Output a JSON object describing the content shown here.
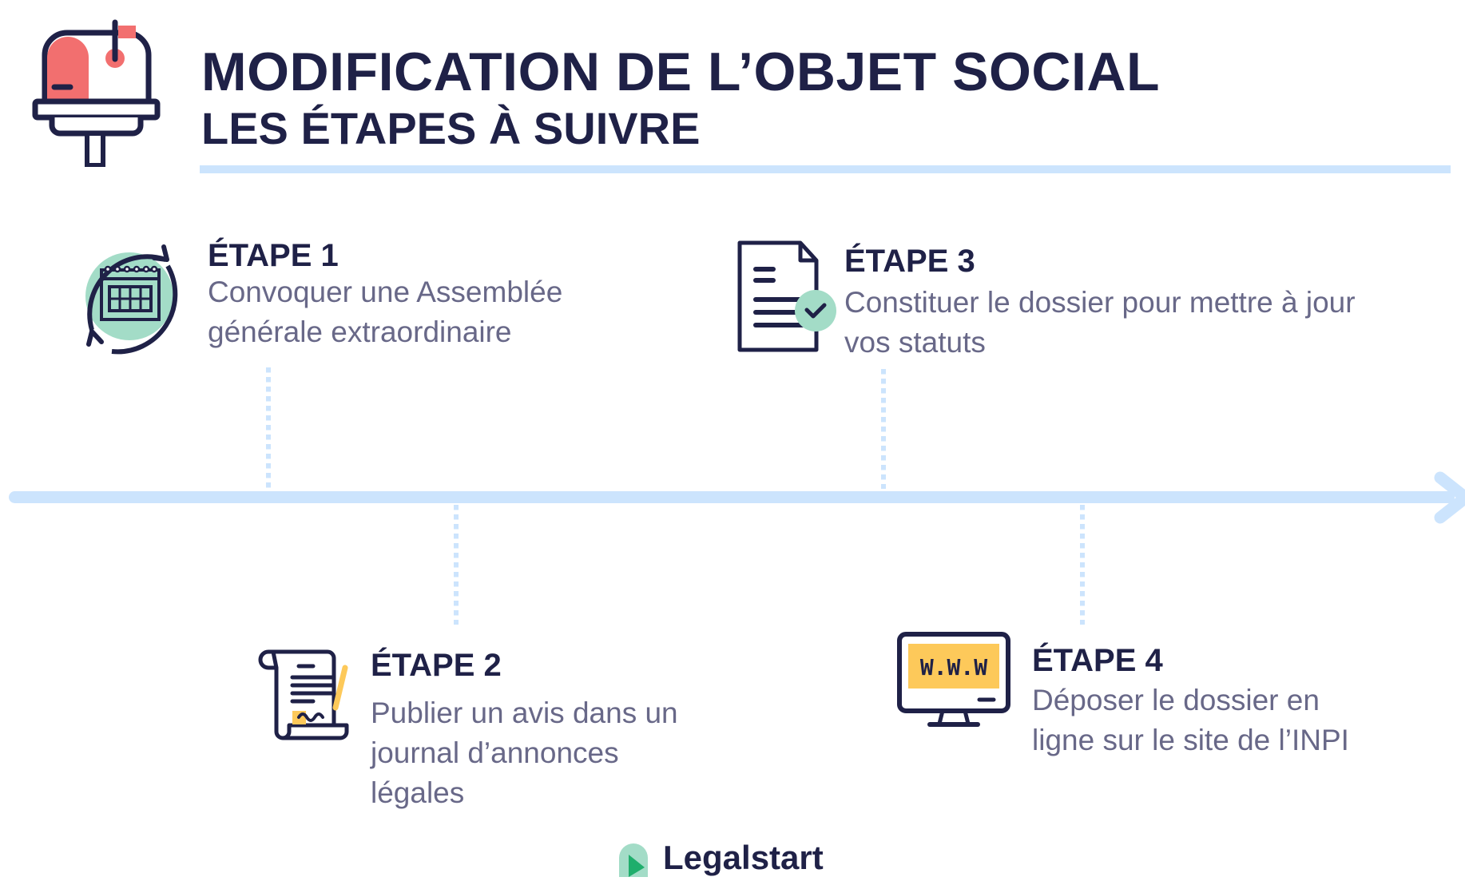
{
  "header": {
    "title": "MODIFICATION DE L’OBJET SOCIAL",
    "subtitle": "LES ÉTAPES À SUIVRE",
    "icon": "mailbox-icon"
  },
  "steps": [
    {
      "label": "ÉTAPE 1",
      "line1": "Convoquer une Assemblée",
      "line2": "générale extraordinaire",
      "icon": "calendar-cycle-icon"
    },
    {
      "label": "ÉTAPE 2",
      "line1": "Publier un avis dans un",
      "line2": "journal d’annonces",
      "line3": "légales",
      "icon": "scroll-pen-icon"
    },
    {
      "label": "ÉTAPE 3",
      "line1": "Constituer le dossier pour mettre à jour",
      "line2": "vos statuts",
      "icon": "document-check-icon"
    },
    {
      "label": "ÉTAPE 4",
      "line1": "Déposer le dossier en",
      "line2": "ligne sur le site de l’INPI",
      "icon": "monitor-www-icon",
      "screen_text": "W.W.W"
    }
  ],
  "footer": {
    "brand": "Legalstart"
  },
  "colors": {
    "navy": "#1f2147",
    "body_text": "#686888",
    "light_blue": "#cce4fd",
    "coral": "#f26f6f",
    "mint": "#a3dcc7",
    "yellow": "#fdc95a",
    "green": "#1fae6c"
  }
}
